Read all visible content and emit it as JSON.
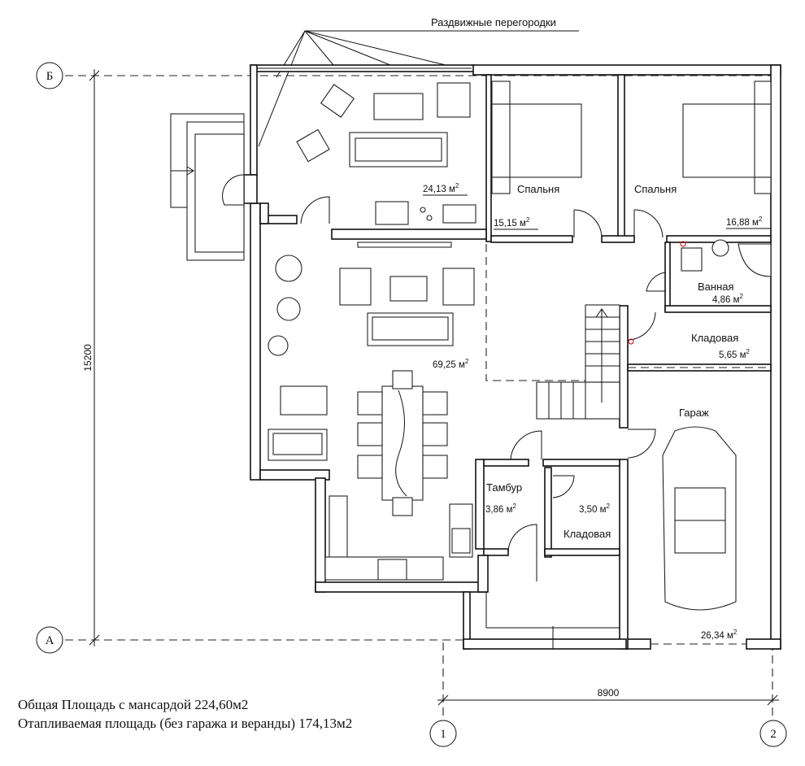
{
  "annotations": {
    "sliding_partitions": "Раздвижные перегородки"
  },
  "axes": {
    "b": "Б",
    "a": "А",
    "one": "1",
    "two": "2"
  },
  "dimensions": {
    "vertical": "15200",
    "horizontal": "8900"
  },
  "rooms": [
    {
      "name": "",
      "area": "24,13 м"
    },
    {
      "name": "Спальня",
      "area": "15,15 м"
    },
    {
      "name": "Спальня",
      "area": "16,88 м"
    },
    {
      "name": "Ванная",
      "area": "4,86 м"
    },
    {
      "name": "Кладовая",
      "area": "5,65 м"
    },
    {
      "name": "",
      "area": "69,25 м"
    },
    {
      "name": "Гараж",
      "area": "26,34 м"
    },
    {
      "name": "Тамбур",
      "area": "3,86 м"
    },
    {
      "name": "Кладовая",
      "area": "3,50 м"
    }
  ],
  "area_unit_exponent": "2",
  "summary": {
    "total": "Общая Площадь с мансардой 224,60м2",
    "heated": "Отапливаемая площадь (без гаража и веранды) 174,13м2"
  }
}
